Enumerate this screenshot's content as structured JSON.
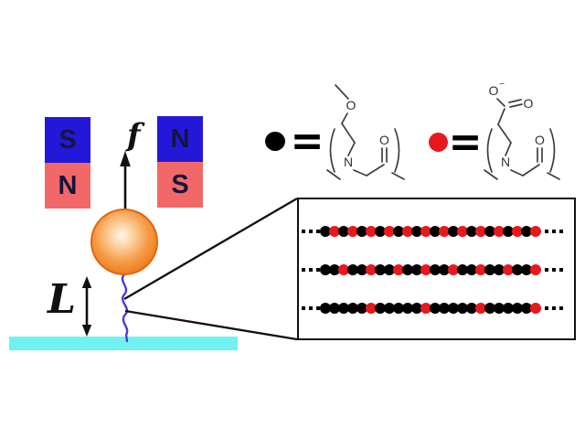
{
  "colors": {
    "magnet_blue": "#2418d8",
    "magnet_red": "#f26868",
    "magnet_letter": "#15153d",
    "bead_orange": "#ef7515",
    "surface_cyan": "#72f1f1",
    "polymer_blue": "#4b3bd4",
    "monomer_black": "#000000",
    "monomer_red": "#e8191c",
    "structure_stroke": "#3f3f3f"
  },
  "apparatus": {
    "magnet_left": {
      "top_label": "S",
      "bottom_label": "N"
    },
    "magnet_right": {
      "top_label": "N",
      "bottom_label": "S"
    },
    "force_label": "f",
    "tether_length_label": "L"
  },
  "legend": {
    "equals_label": "=",
    "black_monomer_atoms": {
      "ether_oxygen": "O",
      "amide_nitrogen": "N",
      "carbonyl_oxygen": "O"
    },
    "red_monomer_atoms": {
      "carboxylate_oxygen": "O",
      "charge": "−",
      "acid_oxygen": "O",
      "amide_nitrogen": "N",
      "carbonyl_oxygen": "O"
    }
  },
  "zoom_box": {
    "rows": [
      {
        "sequence": "BRBRBRBRBRBRBRBRBRBRBRBR"
      },
      {
        "sequence": "BBRBBRBBRBBRBBRBBRBBRBBR"
      },
      {
        "sequence": "BBBBBRBBBBBRBBBBBRBBBBBR"
      }
    ]
  }
}
